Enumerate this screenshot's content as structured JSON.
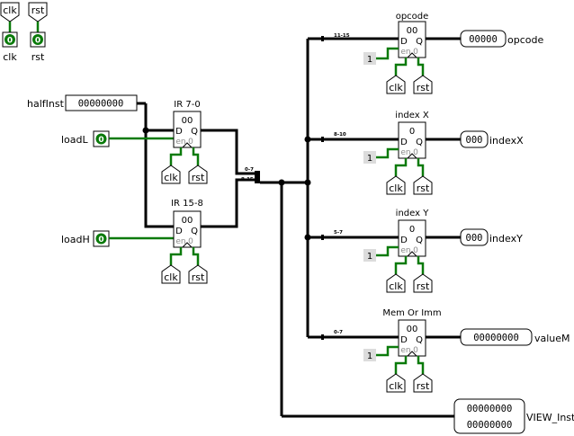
{
  "clock_inputs": [
    {
      "label": "clk",
      "tunnel": "clk",
      "value": "0"
    },
    {
      "label": "rst",
      "tunnel": "rst",
      "value": "0"
    }
  ],
  "inputs": {
    "halfInst": {
      "label": "halfInst",
      "value": "00000000"
    },
    "loadL": {
      "label": "loadL",
      "value": "0"
    },
    "loadH": {
      "label": "loadH",
      "value": "0"
    }
  },
  "registers": [
    {
      "id": "ir-low",
      "title": "IR 7-0",
      "value": "00",
      "d": "D",
      "q": "Q",
      "en": "en",
      "ctrl": "0"
    },
    {
      "id": "ir-high",
      "title": "IR 15-8",
      "value": "00",
      "d": "D",
      "q": "Q",
      "en": "en",
      "ctrl": "0"
    },
    {
      "id": "opcode",
      "title": "opcode",
      "value": "00",
      "d": "D",
      "q": "Q",
      "en": "en",
      "ctrl": "0"
    },
    {
      "id": "index-x",
      "title": "index X",
      "value": "0",
      "d": "D",
      "q": "Q",
      "en": "en",
      "ctrl": "0"
    },
    {
      "id": "index-y",
      "title": "index Y",
      "value": "0",
      "d": "D",
      "q": "Q",
      "en": "en",
      "ctrl": "0"
    },
    {
      "id": "mem-or-imm",
      "title": "Mem Or Imm",
      "value": "00",
      "d": "D",
      "q": "Q",
      "en": "en",
      "ctrl": "0"
    }
  ],
  "constant_one": "1",
  "tunnels": {
    "clk": "clk",
    "rst": "rst"
  },
  "splitter": {
    "low": "0-7",
    "high": "8-15"
  },
  "bit_ranges": {
    "opcode": "11-15",
    "index_x": "8-10",
    "index_y": "5-7",
    "mem_or_imm": "0-7"
  },
  "outputs": {
    "opcode": {
      "label": "opcode",
      "value": "00000"
    },
    "indexX": {
      "label": "indexX",
      "value": "000"
    },
    "indexY": {
      "label": "indexY",
      "value": "000"
    },
    "valueM": {
      "label": "valueM",
      "value": "00000000"
    },
    "view_inst": {
      "label": "VIEW_Inst",
      "line1": "00000000",
      "line2": "00000000"
    }
  }
}
